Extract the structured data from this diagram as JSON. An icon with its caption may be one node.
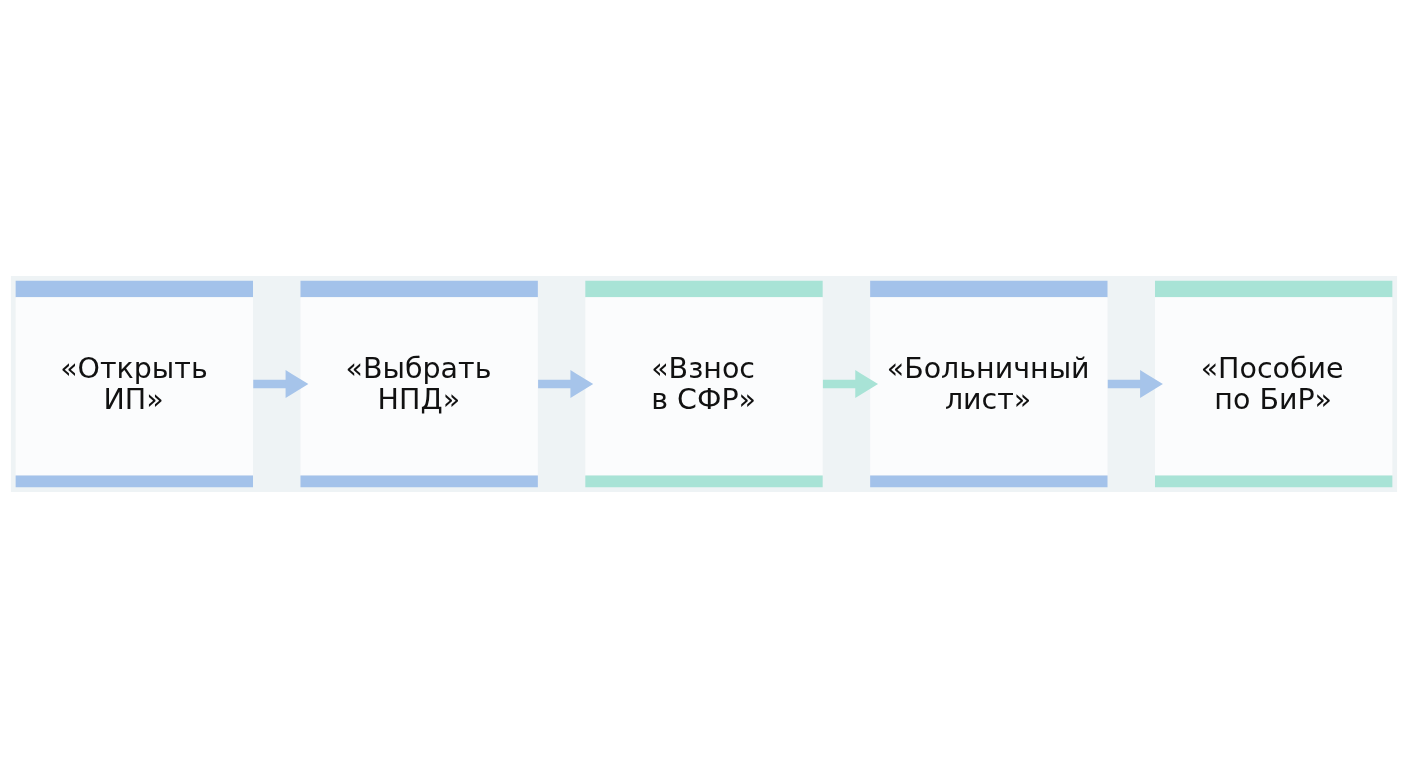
{
  "diagram": {
    "nodes": [
      {
        "text": [
          "«Открыть ИП»"
        ]
      },
      {
        "text": [
          "«Выбрать НПД»"
        ]
      },
      {
        "text": [
          "«Взнос в СФР»"
        ]
      },
      {
        "text": [
          "«Больничный лист»"
        ]
      },
      {
        "text": [
          "«Пособие по БиР»"
        ]
      }
    ],
    "edges": [
      {
        "from": 0,
        "to": 1,
        "arrow": "to"
      },
      {
        "from": 1,
        "to": 2,
        "arrow": "to"
      },
      {
        "from": 2,
        "to": 3,
        "arrow": "to",
        "color": "#a8e3d6"
      },
      {
        "from": 3,
        "to": 4,
        "arrow": "to"
      }
    ]
  }
}
